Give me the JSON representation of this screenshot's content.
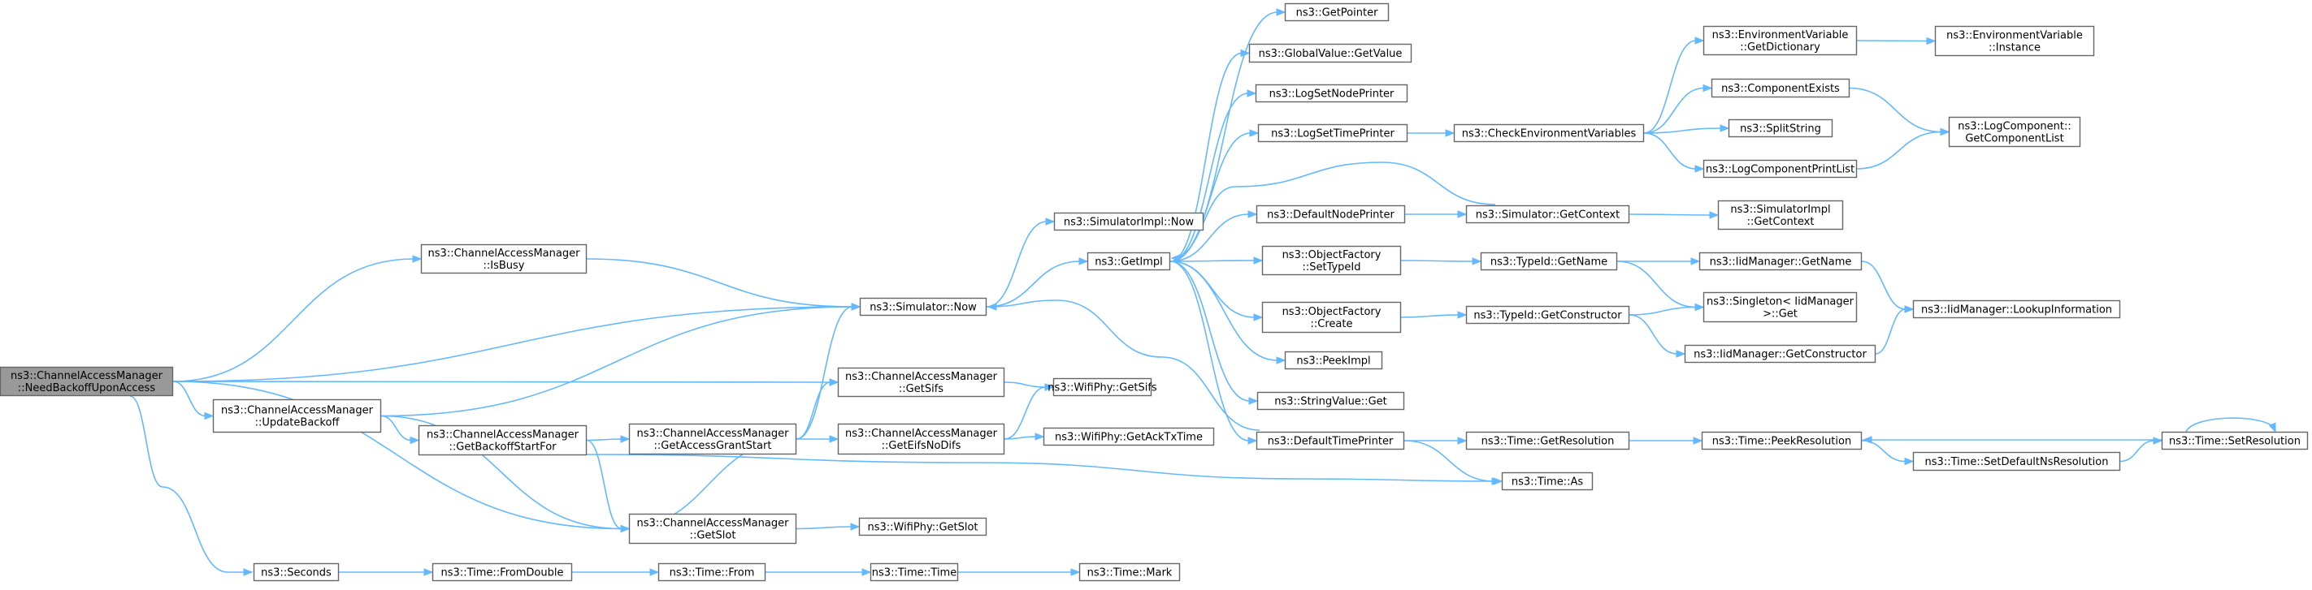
{
  "diagram": {
    "nodes": [
      {
        "id": "root",
        "lines": [
          "ns3::ChannelAccessManager",
          "::NeedBackoffUponAccess"
        ],
        "highlighted": true
      },
      {
        "id": "isbusy",
        "lines": [
          "ns3::ChannelAccessManager",
          "::IsBusy"
        ]
      },
      {
        "id": "updatebackoff",
        "lines": [
          "ns3::ChannelAccessManager",
          "::UpdateBackoff"
        ]
      },
      {
        "id": "seconds",
        "lines": [
          "ns3::Seconds"
        ]
      },
      {
        "id": "simnow",
        "lines": [
          "ns3::Simulator::Now"
        ]
      },
      {
        "id": "getsifs_cam",
        "lines": [
          "ns3::ChannelAccessManager",
          "::GetSifs"
        ]
      },
      {
        "id": "getbackoffstart",
        "lines": [
          "ns3::ChannelAccessManager",
          "::GetBackoffStartFor"
        ]
      },
      {
        "id": "getslot_cam",
        "lines": [
          "ns3::ChannelAccessManager",
          "::GetSlot"
        ]
      },
      {
        "id": "fromdouble",
        "lines": [
          "ns3::Time::FromDouble"
        ]
      },
      {
        "id": "getaccessgrant",
        "lines": [
          "ns3::ChannelAccessManager",
          "::GetAccessGrantStart"
        ]
      },
      {
        "id": "geteifsnodifs",
        "lines": [
          "ns3::ChannelAccessManager",
          "::GetEifsNoDifs"
        ]
      },
      {
        "id": "timefrom",
        "lines": [
          "ns3::Time::From"
        ]
      },
      {
        "id": "simimplnow",
        "lines": [
          "ns3::SimulatorImpl::Now"
        ]
      },
      {
        "id": "wifigetsifs",
        "lines": [
          "ns3::WifiPhy::GetSifs"
        ]
      },
      {
        "id": "wifigetacktx",
        "lines": [
          "ns3::WifiPhy::GetAckTxTime"
        ]
      },
      {
        "id": "wifigetslot",
        "lines": [
          "ns3::WifiPhy::GetSlot"
        ]
      },
      {
        "id": "timetime",
        "lines": [
          "ns3::Time::Time"
        ]
      },
      {
        "id": "getimpl",
        "lines": [
          "ns3::GetImpl"
        ]
      },
      {
        "id": "timemark",
        "lines": [
          "ns3::Time::Mark"
        ]
      },
      {
        "id": "getpointer",
        "lines": [
          "ns3::GetPointer"
        ]
      },
      {
        "id": "globalvalue",
        "lines": [
          "ns3::GlobalValue::GetValue"
        ]
      },
      {
        "id": "logsetnode",
        "lines": [
          "ns3::LogSetNodePrinter"
        ]
      },
      {
        "id": "logsettime",
        "lines": [
          "ns3::LogSetTimePrinter"
        ]
      },
      {
        "id": "defaultnode",
        "lines": [
          "ns3::DefaultNodePrinter"
        ]
      },
      {
        "id": "objfactsettype",
        "lines": [
          "ns3::ObjectFactory",
          "::SetTypeId"
        ]
      },
      {
        "id": "objfactcreate",
        "lines": [
          "ns3::ObjectFactory",
          "::Create"
        ]
      },
      {
        "id": "peekimpl",
        "lines": [
          "ns3::PeekImpl"
        ]
      },
      {
        "id": "stringvalueget",
        "lines": [
          "ns3::StringValue::Get"
        ]
      },
      {
        "id": "defaulttime",
        "lines": [
          "ns3::DefaultTimePrinter"
        ]
      },
      {
        "id": "checkenv",
        "lines": [
          "ns3::CheckEnvironmentVariables"
        ]
      },
      {
        "id": "simgetcontext",
        "lines": [
          "ns3::Simulator::GetContext"
        ]
      },
      {
        "id": "typeidgetname",
        "lines": [
          "ns3::TypeId::GetName"
        ]
      },
      {
        "id": "typeidgetctor",
        "lines": [
          "ns3::TypeId::GetConstructor"
        ]
      },
      {
        "id": "timegetres",
        "lines": [
          "ns3::Time::GetResolution"
        ]
      },
      {
        "id": "timeas",
        "lines": [
          "ns3::Time::As"
        ]
      },
      {
        "id": "envgetdict",
        "lines": [
          "ns3::EnvironmentVariable",
          "::GetDictionary"
        ]
      },
      {
        "id": "compexists",
        "lines": [
          "ns3::ComponentExists"
        ]
      },
      {
        "id": "splitstring",
        "lines": [
          "ns3::SplitString"
        ]
      },
      {
        "id": "logcompprint",
        "lines": [
          "ns3::LogComponentPrintList"
        ]
      },
      {
        "id": "simimplgetctx",
        "lines": [
          "ns3::SimulatorImpl",
          "::GetContext"
        ]
      },
      {
        "id": "iidgetname",
        "lines": [
          "ns3::IidManager::GetName"
        ]
      },
      {
        "id": "singletonget",
        "lines": [
          "ns3::Singleton< IidManager",
          ">::Get"
        ]
      },
      {
        "id": "iidgetctor",
        "lines": [
          "ns3::IidManager::GetConstructor"
        ]
      },
      {
        "id": "timepeekres",
        "lines": [
          "ns3::Time::PeekResolution"
        ]
      },
      {
        "id": "timesetdefault",
        "lines": [
          "ns3::Time::SetDefaultNsResolution"
        ]
      },
      {
        "id": "envinstance",
        "lines": [
          "ns3::EnvironmentVariable",
          "::Instance"
        ]
      },
      {
        "id": "logcompgetlist",
        "lines": [
          "ns3::LogComponent::",
          "GetComponentList"
        ]
      },
      {
        "id": "iidlookup",
        "lines": [
          "ns3::IidManager::LookupInformation"
        ]
      },
      {
        "id": "timesetres",
        "lines": [
          "ns3::Time::SetResolution"
        ]
      }
    ],
    "edges": [
      [
        "root",
        "isbusy"
      ],
      [
        "root",
        "simnow"
      ],
      [
        "root",
        "getsifs_cam"
      ],
      [
        "root",
        "updatebackoff"
      ],
      [
        "root",
        "getslot_cam"
      ],
      [
        "root",
        "seconds"
      ],
      [
        "isbusy",
        "simnow"
      ],
      [
        "updatebackoff",
        "simnow"
      ],
      [
        "updatebackoff",
        "getbackoffstart"
      ],
      [
        "updatebackoff",
        "getslot_cam"
      ],
      [
        "getbackoffstart",
        "getaccessgrant"
      ],
      [
        "getbackoffstart",
        "getslot_cam"
      ],
      [
        "getbackoffstart",
        "timeas"
      ],
      [
        "getaccessgrant",
        "simnow"
      ],
      [
        "getaccessgrant",
        "getsifs_cam"
      ],
      [
        "getaccessgrant",
        "geteifsnodifs"
      ],
      [
        "getaccessgrant",
        "getslot_cam"
      ],
      [
        "getsifs_cam",
        "wifigetsifs"
      ],
      [
        "geteifsnodifs",
        "wifigetsifs"
      ],
      [
        "geteifsnodifs",
        "wifigetacktx"
      ],
      [
        "getslot_cam",
        "wifigetslot"
      ],
      [
        "seconds",
        "fromdouble"
      ],
      [
        "fromdouble",
        "timefrom"
      ],
      [
        "timefrom",
        "timetime"
      ],
      [
        "timetime",
        "timemark"
      ],
      [
        "simnow",
        "simimplnow"
      ],
      [
        "simnow",
        "getimpl"
      ],
      [
        "getimpl",
        "getpointer"
      ],
      [
        "getimpl",
        "globalvalue"
      ],
      [
        "getimpl",
        "logsetnode"
      ],
      [
        "getimpl",
        "logsettime"
      ],
      [
        "getimpl",
        "defaultnode"
      ],
      [
        "getimpl",
        "objfactsettype"
      ],
      [
        "getimpl",
        "objfactcreate"
      ],
      [
        "getimpl",
        "peekimpl"
      ],
      [
        "getimpl",
        "stringvalueget"
      ],
      [
        "getimpl",
        "defaulttime"
      ],
      [
        "logsettime",
        "checkenv"
      ],
      [
        "checkenv",
        "envgetdict"
      ],
      [
        "checkenv",
        "compexists"
      ],
      [
        "checkenv",
        "splitstring"
      ],
      [
        "checkenv",
        "logcompprint"
      ],
      [
        "envgetdict",
        "envinstance"
      ],
      [
        "compexists",
        "logcompgetlist"
      ],
      [
        "logcompprint",
        "logcompgetlist"
      ],
      [
        "defaultnode",
        "simgetcontext"
      ],
      [
        "simgetcontext",
        "getimpl"
      ],
      [
        "simgetcontext",
        "simimplgetctx"
      ],
      [
        "objfactsettype",
        "typeidgetname"
      ],
      [
        "typeidgetname",
        "iidgetname"
      ],
      [
        "typeidgetname",
        "singletonget"
      ],
      [
        "objfactcreate",
        "typeidgetctor"
      ],
      [
        "typeidgetctor",
        "singletonget"
      ],
      [
        "typeidgetctor",
        "iidgetctor"
      ],
      [
        "iidgetname",
        "iidlookup"
      ],
      [
        "iidgetctor",
        "iidlookup"
      ],
      [
        "defaulttime",
        "timegetres"
      ],
      [
        "defaulttime",
        "timeas"
      ],
      [
        "defaulttime",
        "simnow"
      ],
      [
        "timegetres",
        "timepeekres"
      ],
      [
        "timepeekres",
        "timesetdefault"
      ],
      [
        "timesetdefault",
        "timesetres"
      ],
      [
        "timesetres",
        "timepeekres"
      ],
      [
        "timesetres",
        "timesetres"
      ]
    ]
  }
}
